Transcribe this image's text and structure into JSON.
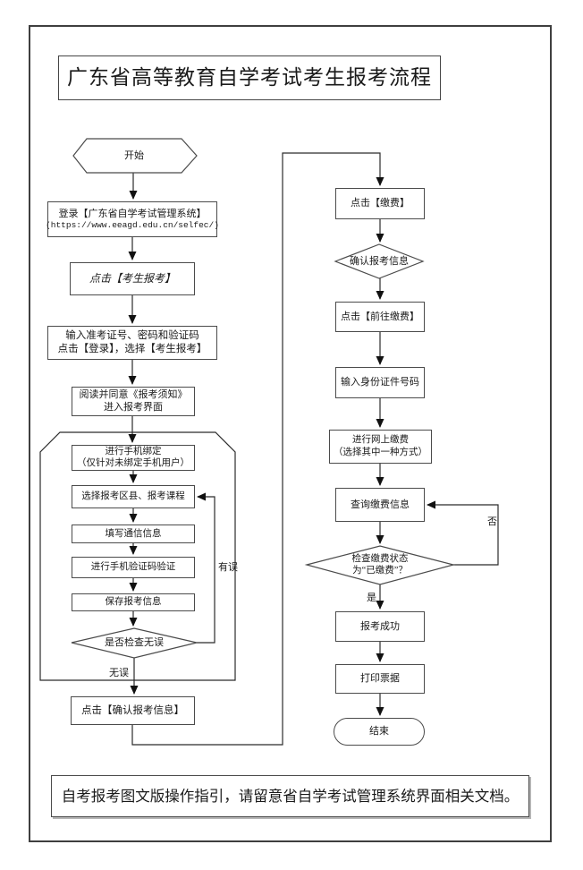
{
  "title": "广东省高等教育自学考试考生报考流程",
  "footer_note": "自考报考图文版操作指引，请留意省自学考试管理系统界面相关文档。",
  "colors": {
    "line": "#2b2b2b",
    "box_border": "#4b4b4b",
    "text": "#1a1a1a"
  },
  "nodes": {
    "start": {
      "label": "开始"
    },
    "login": {
      "line1": "登录【广东省自学考试管理系统】",
      "line2": "(https://www.eeagd.edu.cn/selfec/)"
    },
    "click_register": {
      "label": "点击【考生报考】"
    },
    "enter_credentials": {
      "line1": "输入准考证号、密码和验证码",
      "line2": "点击【登录】，选择【考生报考】"
    },
    "read_notice": {
      "line1": "阅读并同意《报考须知》",
      "line2": "进入报考界面"
    },
    "bind_phone": {
      "line1": "进行手机绑定",
      "line2": "（仅针对未绑定手机用户）"
    },
    "select_courses": {
      "label": "选择报考区县、报考课程"
    },
    "fill_contact": {
      "label": "填写通信信息"
    },
    "verify_phone": {
      "label": "进行手机验证码验证"
    },
    "save_info": {
      "label": "保存报考信息"
    },
    "check_correct": {
      "label": "是否检查无误"
    },
    "confirm_info": {
      "label": "点击【确认报考信息】"
    },
    "click_pay": {
      "label": "点击【缴费】"
    },
    "confirm_reg_info": {
      "label": "确认报考信息"
    },
    "goto_pay": {
      "label": "点击【前往缴费】"
    },
    "enter_id": {
      "label": "输入身份证件号码"
    },
    "online_pay": {
      "line1": "进行网上缴费",
      "line2": "（选择其中一种方式）"
    },
    "query_payment": {
      "label": "查询缴费信息"
    },
    "check_paid": {
      "line1": "检查缴费状态",
      "line2": "为“已缴费”？"
    },
    "success": {
      "label": "报考成功"
    },
    "print_receipt": {
      "label": "打印票据"
    },
    "end": {
      "label": "结束"
    }
  },
  "edge_labels": {
    "has_error": "有误",
    "no_error": "无误",
    "no": "否",
    "yes": "是"
  }
}
